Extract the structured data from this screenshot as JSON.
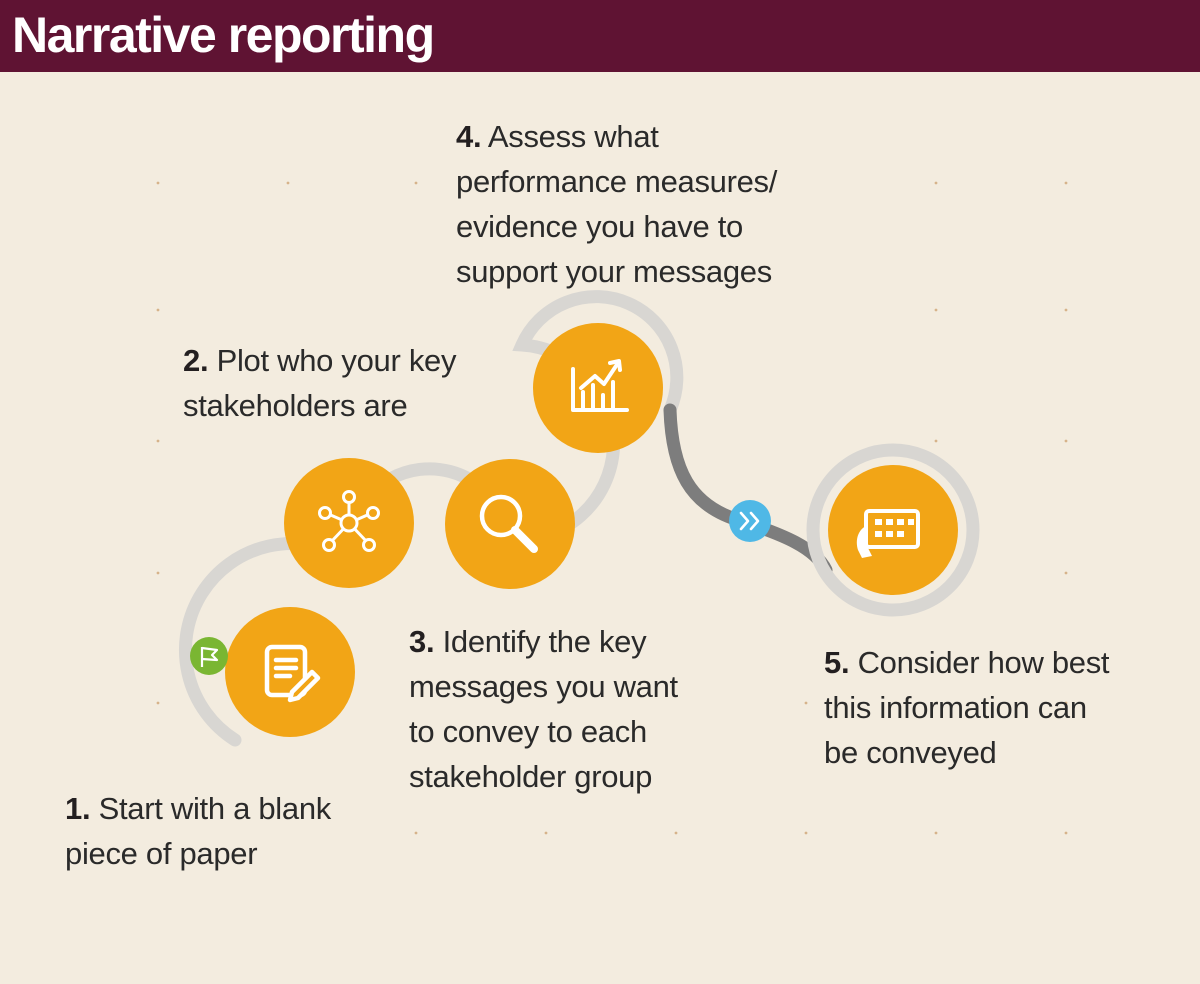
{
  "title": "Narrative reporting",
  "colors": {
    "header_bg": "#5f1333",
    "background": "#f3ecdf",
    "circle_fill": "#f2a516",
    "track": "#d8d6d2",
    "track_dark": "#7d7d7d",
    "start_flag": "#7ab632",
    "arrow_badge": "#4fb8e6"
  },
  "steps": [
    {
      "number": "1.",
      "line1": "Start with a blank",
      "line2": "piece of paper",
      "icon": "document-pen-icon"
    },
    {
      "number": "2.",
      "line1": "Plot who your key",
      "line2": "stakeholders are",
      "icon": "network-people-icon"
    },
    {
      "number": "3.",
      "line1": "Identify the key",
      "line2": "messages you want",
      "line3": "to convey to each",
      "line4": "stakeholder group",
      "icon": "magnifier-icon"
    },
    {
      "number": "4.",
      "line1": "Assess what",
      "line2": "performance measures/",
      "line3": "evidence you have to",
      "line4": "support your messages",
      "icon": "growth-chart-icon"
    },
    {
      "number": "5.",
      "line1": "Consider how best",
      "line2": "this information can",
      "line3": "be conveyed",
      "icon": "tablet-hand-icon"
    }
  ],
  "markers": {
    "start": "flag-icon",
    "next": "double-chevron-right-icon"
  }
}
